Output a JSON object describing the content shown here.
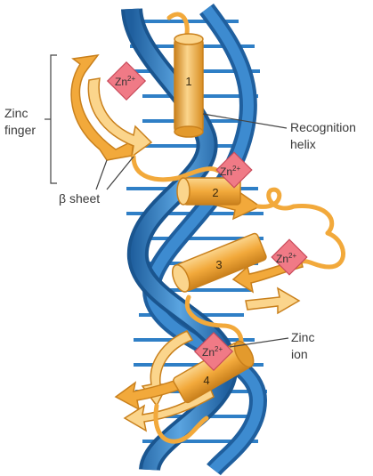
{
  "labels": {
    "zinc_finger": [
      "Zinc",
      "finger"
    ],
    "beta_sheet": "β sheet",
    "recognition_helix": [
      "Recognition",
      "helix"
    ],
    "zinc_ion": [
      "Zinc",
      "ion"
    ]
  },
  "helix_numbers": [
    "1",
    "2",
    "3",
    "4"
  ],
  "zinc": {
    "symbol": "Zn",
    "charge": "2+"
  },
  "colors": {
    "dna_dark": "#1f5f9e",
    "dna_mid": "#2f7fc6",
    "dna_light": "#5aa4e0",
    "protein": "#f2a93b",
    "protein_light": "#fbd58c",
    "protein_dark": "#c9801c",
    "zinc_fill": "#f07a86",
    "zinc_stroke": "#c84a5a",
    "leader": "#444444"
  }
}
